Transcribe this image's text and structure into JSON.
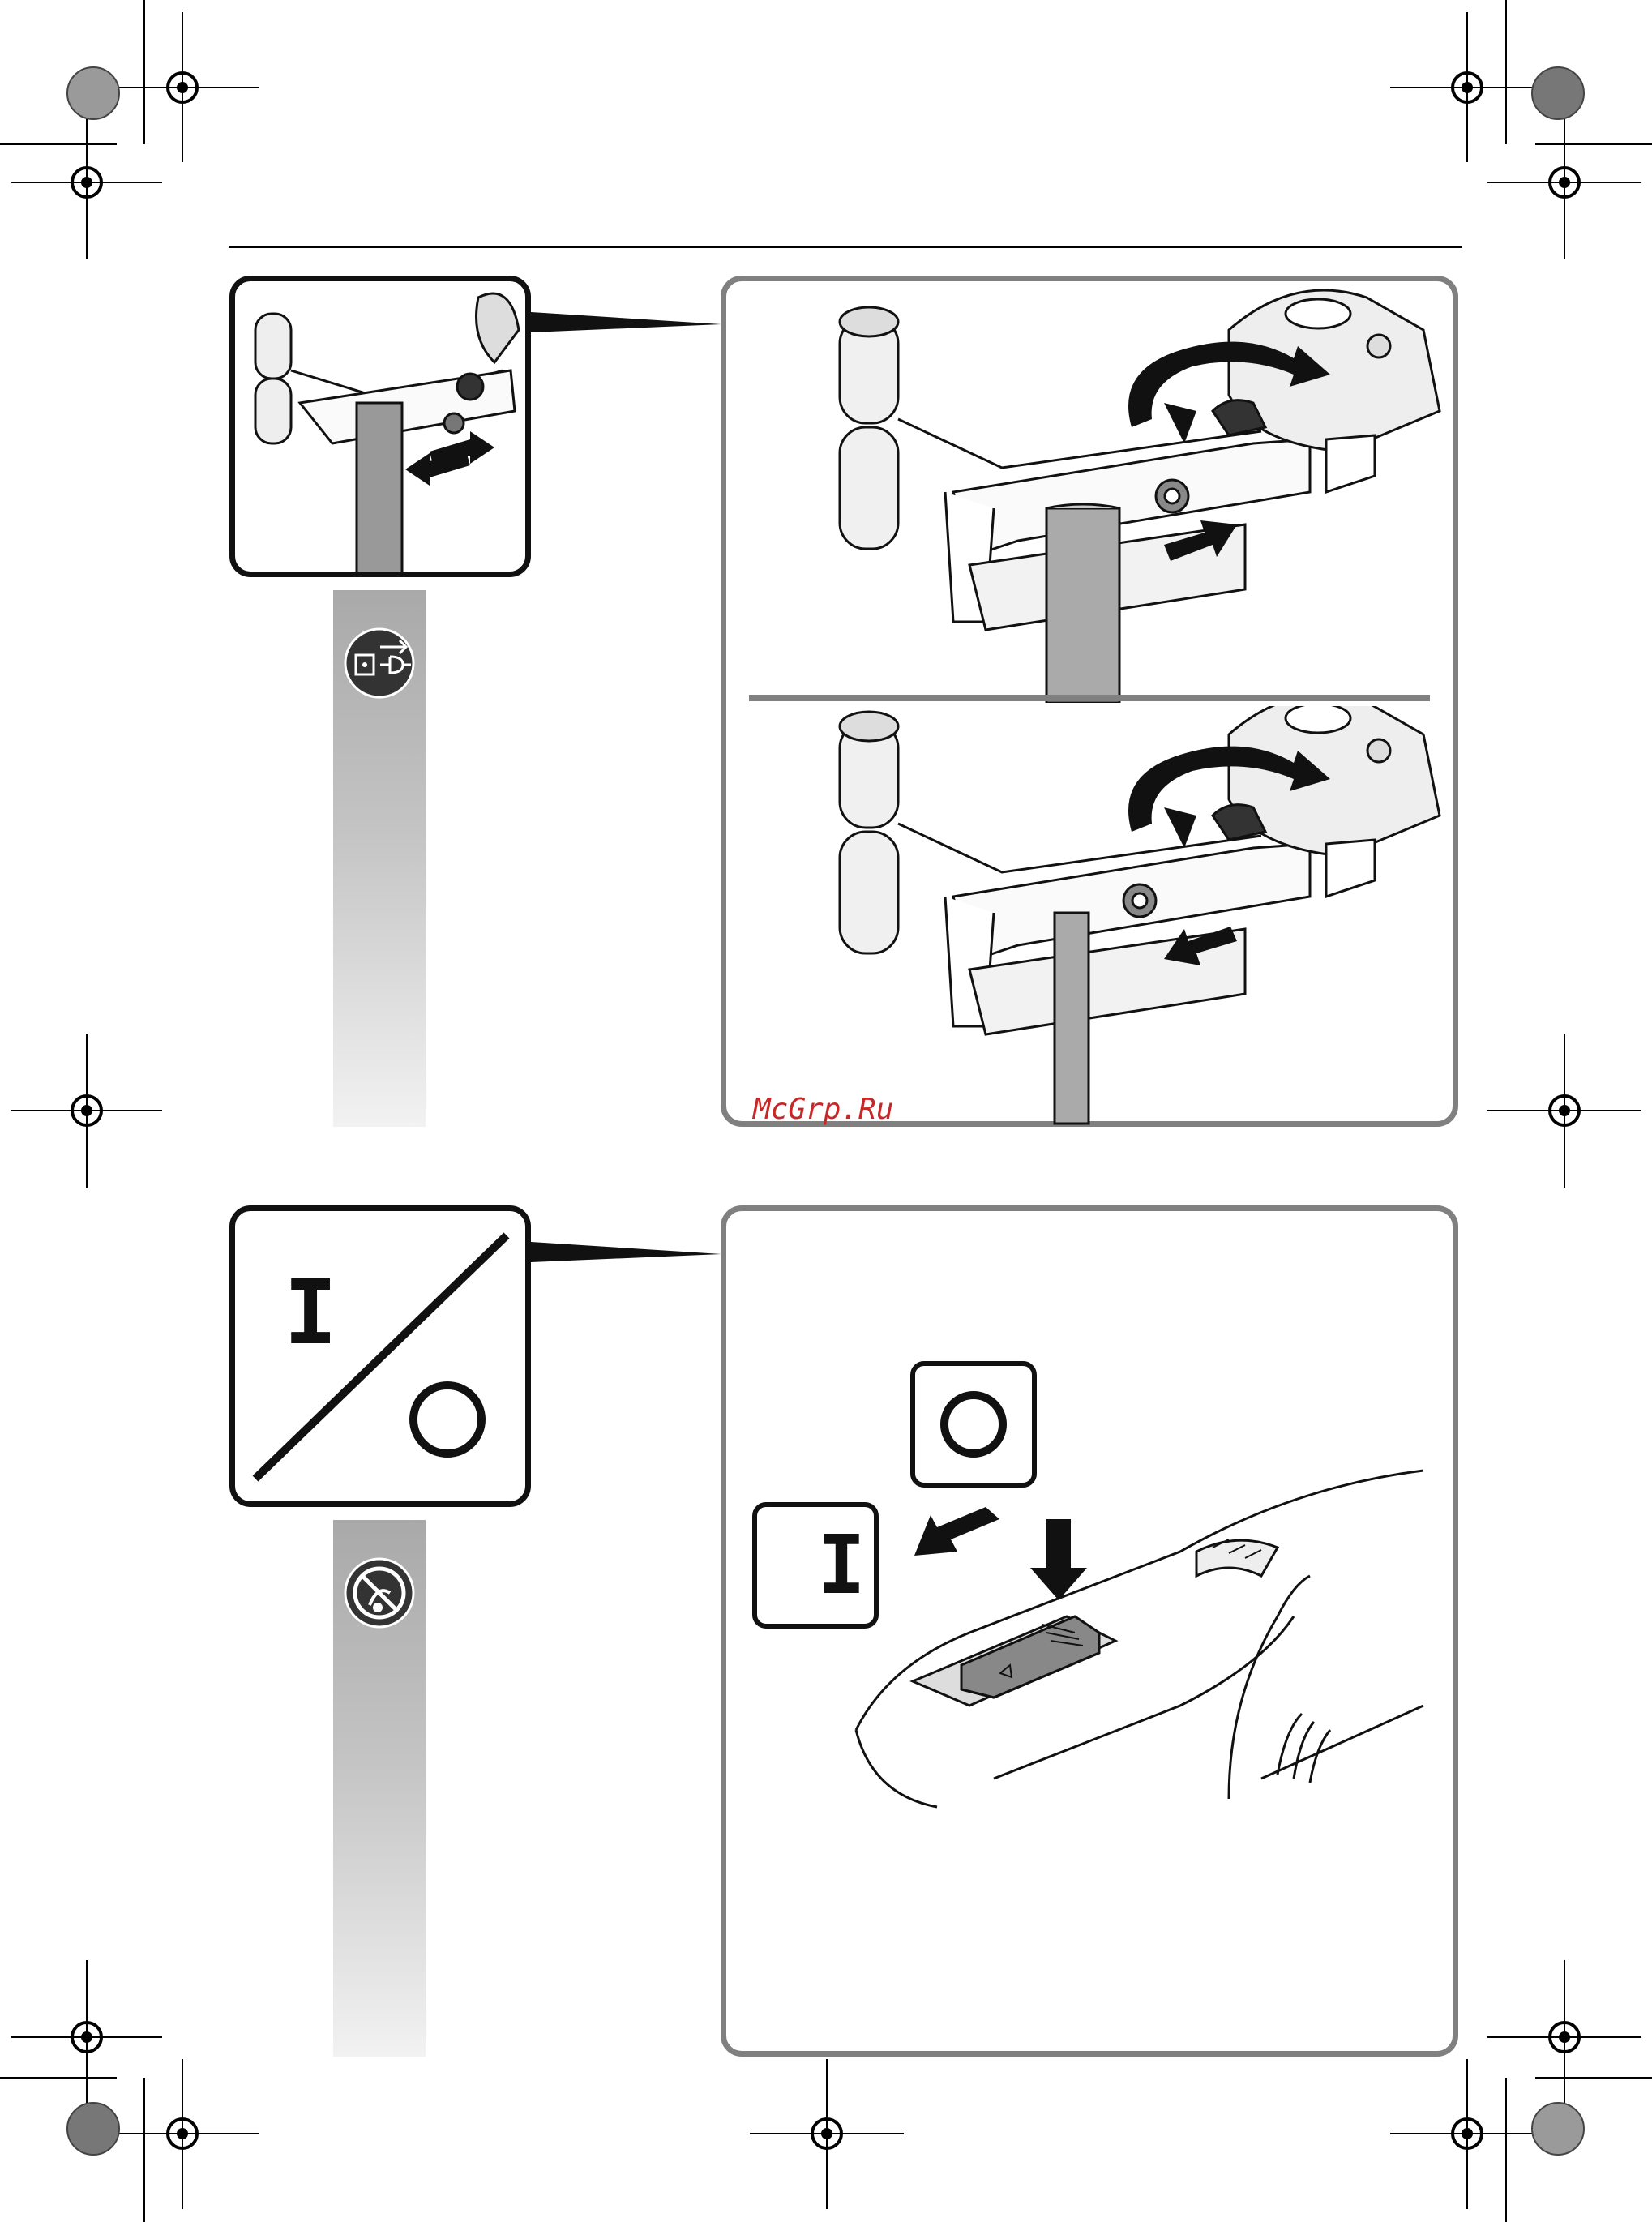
{
  "watermark": "McGrp.Ru",
  "switch_labels": {
    "on": "I",
    "off": "O"
  },
  "icons": {
    "unplug": "unplug-before-service-icon",
    "no_touch": "do-not-touch-rotating-part-icon",
    "rotate_arrow": "rotate-knob-arrow-icon",
    "push_arrow": "push-arrow-icon"
  },
  "colors": {
    "frame": "#808080",
    "thumb_border": "#111111",
    "watermark": "#c62828",
    "ink": "#111111"
  }
}
